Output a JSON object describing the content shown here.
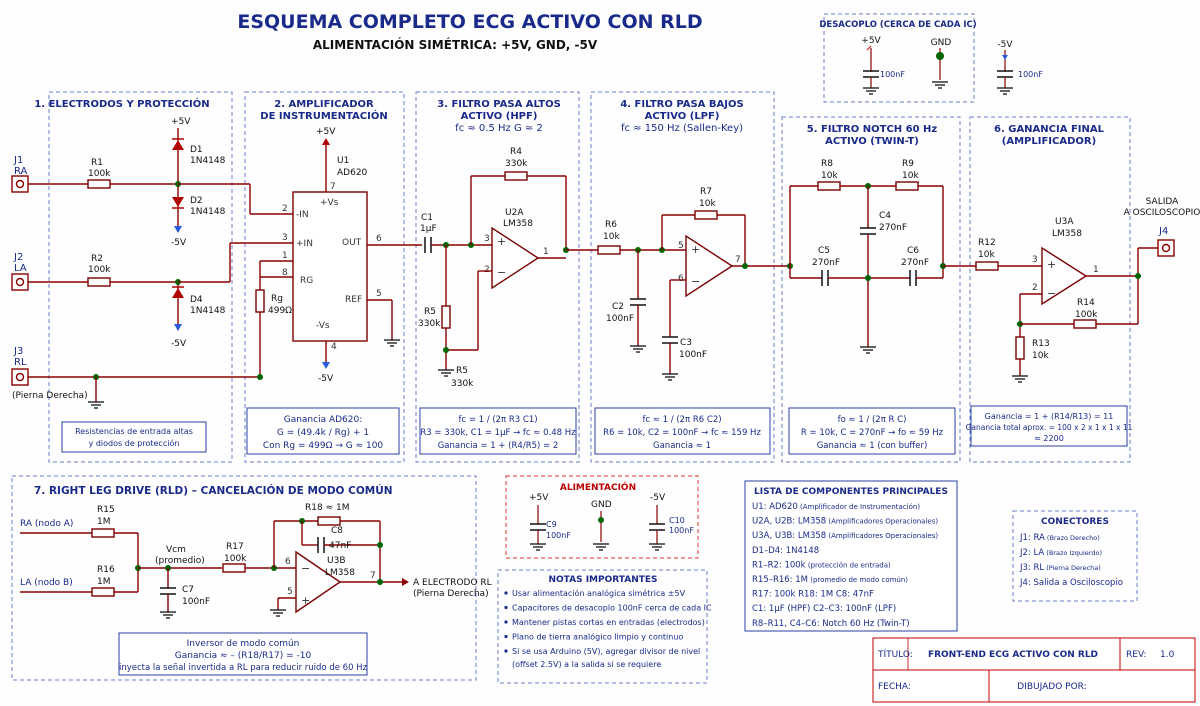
{
  "title": "ESQUEMA COMPLETO ECG ACTIVO CON RLD",
  "subtitle": "ALIMENTACIÓN SIMÉTRICA: +5V, GND, -5V",
  "decoupling": {
    "title": "DESACOPLO (CERCA DE CADA IC)",
    "plus": "+5V",
    "gnd": "GND",
    "minus": "-5V",
    "cap1": "100nF",
    "cap2": "100nF"
  },
  "sections": {
    "s1": "1. ELECTRODOS Y PROTECCIÓN",
    "s2a": "2. AMPLIFICADOR",
    "s2b": "DE INSTRUMENTACIÓN",
    "s3a": "3. FILTRO PASA ALTOS",
    "s3b": "ACTIVO (HPF)",
    "s3c": "fc ≈ 0.5 Hz     G ≈ 2",
    "s4a": "4. FILTRO PASA BAJOS",
    "s4b": "ACTIVO (LPF)",
    "s4c": "fc ≈ 150 Hz  (Sallen-Key)",
    "s5a": "5. FILTRO NOTCH 60 Hz",
    "s5b": "ACTIVO  (TWIN-T)",
    "s6a": "6. GANANCIA FINAL",
    "s6b": "(AMPLIFICADOR)",
    "s7": "7. RIGHT LEG DRIVE  (RLD) – CANCELACIÓN DE MODO COMÚN"
  },
  "labels": {
    "j1": "J1",
    "ra": "RA",
    "j2": "J2",
    "la": "LA",
    "j3": "J3",
    "rl": "RL",
    "rl_note": "(Pierna Derecha)",
    "r1": "R1",
    "r1v": "100k",
    "r2": "R2",
    "r2v": "100k",
    "p5": "+5V",
    "m5": "-5V",
    "d1": "D1",
    "d2": "D2",
    "d4": "D4",
    "dv": "1N4148",
    "u1": "U1",
    "u1v": "AD620",
    "vs_p": "+Vs",
    "vs_m": "-Vs",
    "in_m": "-IN",
    "in_p": "+IN",
    "rg": "RG",
    "out": "OUT",
    "ref": "REF",
    "rgn": "Rg",
    "rgv": "499Ω",
    "c1": "C1",
    "c1v": "1µF",
    "r4": "R4",
    "r4v": "330k",
    "r5": "R5",
    "r5v": "330k",
    "u2a": "U2A",
    "u2av": "LM358",
    "r6": "R6",
    "r6v": "10k",
    "r7": "R7",
    "r7v": "10k",
    "c2": "C2",
    "c2v": "100nF",
    "c3": "C3",
    "c3v": "100nF",
    "r8": "R8",
    "r8v": "10k",
    "r9": "R9",
    "r9v": "10k",
    "c4": "C4",
    "c4v": "270nF",
    "c5": "C5",
    "c5v": "270nF",
    "c6": "C6",
    "c6v": "270nF",
    "r12": "R12",
    "r12v": "10k",
    "r13": "R13",
    "r13v": "10k",
    "r14": "R14",
    "r14v": "100k",
    "u3a": "U3A",
    "u3av": "LM358",
    "salida1": "SALIDA",
    "salida2": "A OSCILOSCOPIO",
    "j4": "J4",
    "ra_node": "RA  (nodo A)",
    "la_node": "LA  (nodo B)",
    "r15": "R15",
    "r15v": "1M",
    "r16": "R16",
    "r16v": "1M",
    "vcm": "Vcm",
    "vcm2": "(promedio)",
    "c7": "C7",
    "c7v": "100nF",
    "r17": "R17",
    "r17v": "100k",
    "r18": "R18  ≈ 1M",
    "c8": "C8",
    "c8v": "47nF",
    "u3b": "U3B",
    "u3bv": "LM358",
    "a_el": "A ELECTRODO RL",
    "a_el2": "(Pierna Derecha)",
    "p1": "1",
    "p2": "2",
    "p3": "3",
    "p4": "4",
    "p5n": "5",
    "p6": "6",
    "p7": "7",
    "p8": "8"
  },
  "notes": {
    "n1a": "Resistencias de entrada altas",
    "n1b": "y diodos de protección",
    "n2a": "Ganancia AD620:",
    "n2b": "G = (49.4k / Rg) + 1",
    "n2c": "Con Rg = 499Ω   →   G ≈ 100",
    "n3a": "fc = 1 / (2π R3 C1)",
    "n3b": "R3 = 330k, C1 = 1µF → fc ≈ 0.48 Hz",
    "n3c": "Ganancia = 1 + (R4/R5) = 2",
    "n4a": "fc ≈ 1 / (2π R6 C2)",
    "n4b": "R6 = 10k, C2 = 100nF → fc ≈ 159 Hz",
    "n4c": "Ganancia ≈ 1",
    "n5a": "fo ≈ 1 / (2π R C)",
    "n5b": "R = 10k, C = 270nF → fo ≈ 59 Hz",
    "n5c": "Ganancia ≈ 1  (con buffer)",
    "n6a": "Ganancia = 1 + (R14/R13) = 11",
    "n6b": "Ganancia total aprox. = 100 x 2 x 1 x 1 x 11",
    "n6c": "≈ 2200",
    "n7a": "Inversor de modo común",
    "n7b": "Ganancia ≈ – (R18/R17) = -10",
    "n7c": "inyecta la señal invertida a RL para reducir ruido de 60 Hz"
  },
  "power": {
    "title": "ALIMENTACIÓN",
    "plus": "+5V",
    "gnd": "GND",
    "minus": "-5V",
    "c9": "C9",
    "c9v": "100nF",
    "c10": "C10",
    "c10v": "100nF"
  },
  "important": {
    "title": "NOTAS IMPORTANTES",
    "items": [
      "Usar alimentación analógica simétrica ±5V",
      "Capacitores de desacoplo 100nF cerca de cada IC",
      "Mantener pistas cortas en entradas (electrodos)",
      "Plano de tierra analógico limpio y continuo",
      "Si se usa Arduino (5V), agregar divisor de nivel"
    ],
    "cont": "(offset 2.5V) a la salida si se requiere"
  },
  "parts": {
    "title": "LISTA DE COMPONENTES PRINCIPALES",
    "rows": [
      [
        "U1: AD620",
        "(Amplificador de Instrumentación)"
      ],
      [
        "U2A, U2B: LM358",
        "(Amplificadores Operacionales)"
      ],
      [
        "U3A, U3B: LM358",
        "(Amplificadores Operacionales)"
      ],
      [
        "D1–D4: 1N4148",
        ""
      ],
      [
        "R1–R2: 100k",
        "(protección de entrada)"
      ],
      [
        "R15–R16: 1M",
        "(promedio de modo común)"
      ],
      [
        "R17: 100k     R18: 1M      C8: 47nF",
        ""
      ],
      [
        "C1: 1µF   (HPF)     C2–C3: 100nF   (LPF)",
        ""
      ],
      [
        "R8–R11, C4–C6:  Notch 60 Hz  (Twin-T)",
        ""
      ]
    ]
  },
  "connectors": {
    "title": "CONECTORES",
    "rows": [
      [
        "J1: RA",
        "(Brazo Derecho)"
      ],
      [
        "J2: LA",
        "(Brazo Izquierdo)"
      ],
      [
        "J3: RL",
        "(Pierna Derecha)"
      ],
      [
        "J4: Salida a Osciloscopio",
        ""
      ]
    ]
  },
  "titleblock": {
    "titulo_lbl": "TÍTULO:",
    "titulo": "FRONT-END ECG ACTIVO CON RLD",
    "rev_lbl": "REV:",
    "rev": "1.0",
    "fecha_lbl": "FECHA:",
    "dibujado": "DIBUJADO POR:"
  }
}
